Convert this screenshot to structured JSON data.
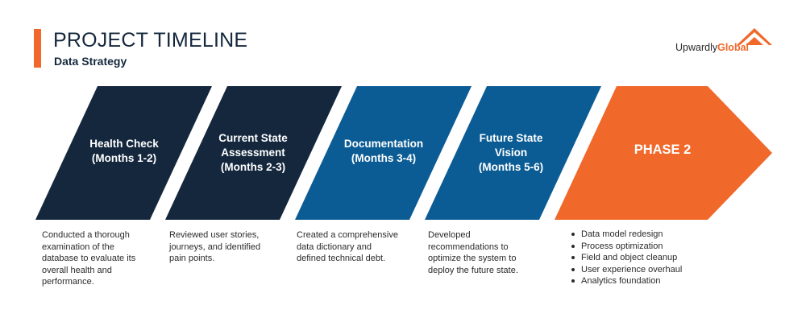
{
  "header": {
    "title": "PROJECT TIMELINE",
    "subtitle": "Data Strategy"
  },
  "logo": {
    "text_regular": "Upwardly",
    "text_bold": "Global",
    "icon": "house-roof-icon"
  },
  "colors": {
    "navy": "#14273d",
    "blue": "#0b5c94",
    "orange": "#f0682a",
    "text": "#2b2b2b"
  },
  "phases": [
    {
      "lines": [
        "Health Check",
        "(Months 1-2)"
      ],
      "color": "navy",
      "description": [
        "Conducted a thorough",
        "examination of the",
        "database to evaluate its",
        "overall health and",
        "performance."
      ]
    },
    {
      "lines": [
        "Current State",
        "Assessment",
        "(Months 2-3)"
      ],
      "color": "navy",
      "description": [
        "Reviewed user stories,",
        "journeys, and identified",
        "pain points."
      ]
    },
    {
      "lines": [
        "Documentation",
        "(Months 3-4)"
      ],
      "color": "blue",
      "description": [
        "Created a comprehensive",
        "data dictionary and",
        "defined technical debt."
      ]
    },
    {
      "lines": [
        "Future State",
        "Vision",
        "(Months 5-6)"
      ],
      "color": "blue",
      "description": [
        "Developed",
        "recommendations to",
        "optimize the system to",
        "deploy the future state."
      ]
    },
    {
      "lines": [
        "PHASE 2"
      ],
      "color": "orange",
      "bullets": [
        "Data model redesign",
        "Process optimization",
        "Field and object cleanup",
        "User experience overhaul",
        "Analytics foundation"
      ]
    }
  ]
}
